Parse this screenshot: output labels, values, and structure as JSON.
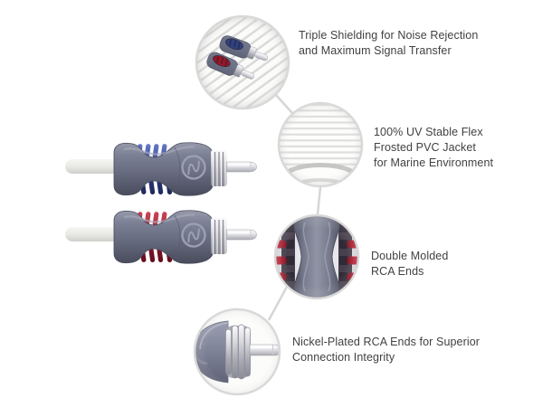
{
  "callouts": [
    {
      "name": "triple-shielding",
      "icon": "coiled-cable-photo-icon",
      "label": "Triple Shielding for Noise Rejection\nand Maximum Signal Transfer"
    },
    {
      "name": "pvc-jacket",
      "icon": "frosted-jacket-texture-icon",
      "label": "100% UV Stable Flex\nFrosted PVC Jacket\nfor Marine Environment"
    },
    {
      "name": "double-molded",
      "icon": "double-molded-end-icon",
      "label": "Double Molded\nRCA Ends"
    },
    {
      "name": "nickel-plated",
      "icon": "nickel-pin-icon",
      "label": "Nickel-Plated RCA Ends for Superior\nConnection Integrity"
    }
  ],
  "product": {
    "items": [
      {
        "name": "rca-plug-blue",
        "fin_color": "#31407e"
      },
      {
        "name": "rca-plug-red",
        "fin_color": "#93182a"
      }
    ]
  },
  "colors": {
    "background": "#ffffff",
    "body_gray": "#6e7287",
    "body_gray_dark": "#4e5263",
    "fin_blue": "#31407e",
    "fin_red": "#93182a",
    "cable_white": "#e9e9e6",
    "metal": "#c7c7cf",
    "circle_ring": "#d9d9d9",
    "callout_line": "#d6d6d6",
    "text": "#414141"
  }
}
